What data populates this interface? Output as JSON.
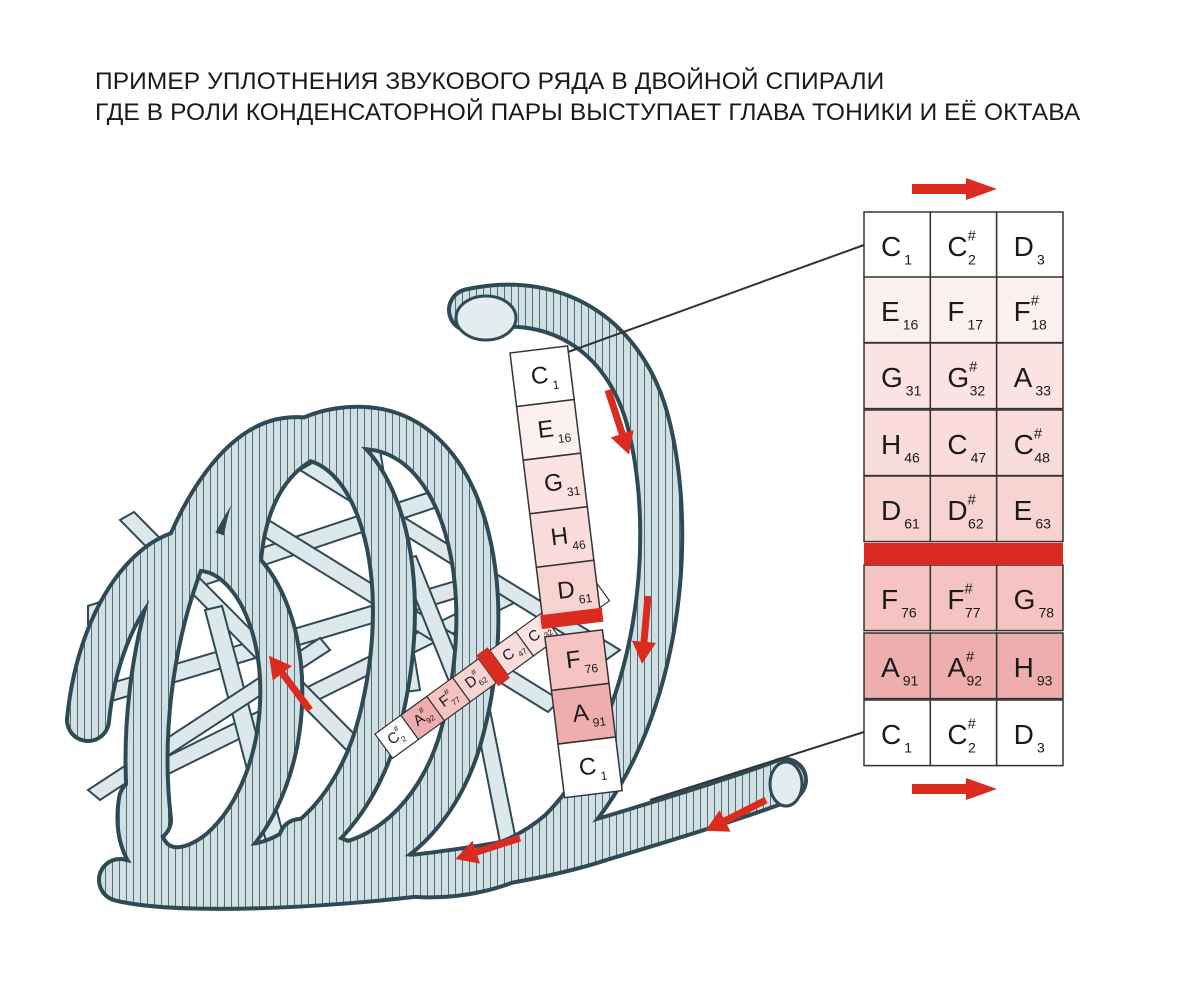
{
  "title": {
    "line1": "ПРИМЕР УПЛОТНЕНИЯ ЗВУКОВОГО РЯДА В ДВОЙНОЙ СПИРАЛИ",
    "line2": "ГДЕ В РОЛИ КОНДЕНСАТОРНОЙ ПАРЫ ВЫСТУПАЕТ ГЛАВА ТОНИКИ И ЕЁ ОКТАВА"
  },
  "colors": {
    "arrow": "#db2a1e",
    "separator": "#d92b1f",
    "helix": "#cfdfe4",
    "helix_outline": "#2f4a55",
    "grid_line": "#333333"
  },
  "table": {
    "rows": [
      [
        {
          "note": "C",
          "sup": "",
          "num": "1"
        },
        {
          "note": "C",
          "sup": "#",
          "num": "2"
        },
        {
          "note": "D",
          "sup": "",
          "num": "3"
        }
      ],
      [
        {
          "note": "E",
          "sup": "",
          "num": "16"
        },
        {
          "note": "F",
          "sup": "",
          "num": "17"
        },
        {
          "note": "F",
          "sup": "#",
          "num": "18"
        }
      ],
      [
        {
          "note": "G",
          "sup": "",
          "num": "31"
        },
        {
          "note": "G",
          "sup": "#",
          "num": "32"
        },
        {
          "note": "A",
          "sup": "",
          "num": "33"
        }
      ],
      [
        {
          "note": "H",
          "sup": "",
          "num": "46"
        },
        {
          "note": "C",
          "sup": "",
          "num": "47"
        },
        {
          "note": "C",
          "sup": "#",
          "num": "48"
        }
      ],
      [
        {
          "note": "D",
          "sup": "",
          "num": "61"
        },
        {
          "note": "D",
          "sup": "#",
          "num": "62"
        },
        {
          "note": "E",
          "sup": "",
          "num": "63"
        }
      ],
      [
        {
          "note": "F",
          "sup": "",
          "num": "76"
        },
        {
          "note": "F",
          "sup": "#",
          "num": "77"
        },
        {
          "note": "G",
          "sup": "",
          "num": "78"
        }
      ],
      [
        {
          "note": "A",
          "sup": "",
          "num": "91"
        },
        {
          "note": "A",
          "sup": "#",
          "num": "92"
        },
        {
          "note": "H",
          "sup": "",
          "num": "93"
        }
      ],
      [
        {
          "note": "C",
          "sup": "",
          "num": "1"
        },
        {
          "note": "C",
          "sup": "#",
          "num": "2"
        },
        {
          "note": "D",
          "sup": "",
          "num": "3"
        }
      ]
    ],
    "row_fills": [
      "#ffffff",
      "#fdf1f0",
      "#fae3e2",
      "#f9dcdb",
      "#f7d3d2",
      "#f4c3c2",
      "#efaeae",
      "#ffffff"
    ]
  },
  "strip_main": {
    "cells": [
      {
        "note": "C",
        "num": "1",
        "fill": "#ffffff"
      },
      {
        "note": "E",
        "num": "16",
        "fill": "#fdf1f0"
      },
      {
        "note": "G",
        "num": "31",
        "fill": "#fae3e2"
      },
      {
        "note": "H",
        "num": "46",
        "fill": "#f9dcdb"
      },
      {
        "note": "D",
        "num": "61",
        "fill": "#f7d3d2"
      },
      {
        "note": "F",
        "num": "76",
        "fill": "#f4c3c2"
      },
      {
        "note": "A",
        "num": "91",
        "fill": "#efaeae"
      },
      {
        "note": "C",
        "num": "1",
        "fill": "#ffffff"
      }
    ]
  },
  "strip_diag": {
    "cells": [
      {
        "note": "C",
        "sup": "#",
        "num": "2",
        "fill": "#ffffff"
      },
      {
        "note": "C",
        "sup": "",
        "num": "32",
        "fill": "#fae3e2"
      },
      {
        "note": "C",
        "sup": "",
        "num": "47",
        "fill": "#f9dcdb"
      },
      {
        "note": "D",
        "sup": "#",
        "num": "62",
        "fill": "#f7d3d2"
      },
      {
        "note": "F",
        "sup": "#",
        "num": "77",
        "fill": "#f4c3c2"
      },
      {
        "note": "A",
        "sup": "#",
        "num": "92",
        "fill": "#efaeae"
      },
      {
        "note": "C",
        "sup": "#",
        "num": "2",
        "fill": "#ffffff"
      }
    ]
  }
}
